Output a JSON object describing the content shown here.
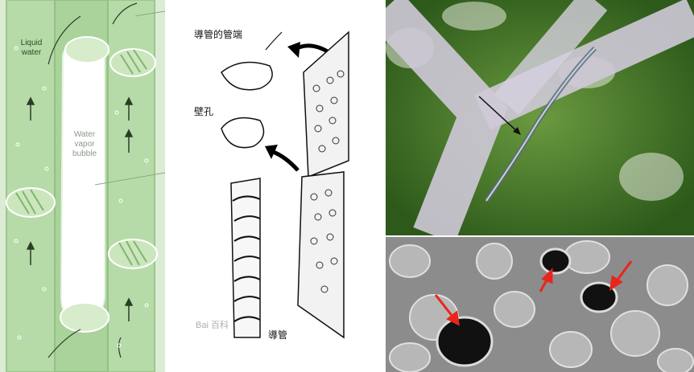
{
  "panels": {
    "xylem_diagram": {
      "liquid_label_line1": "Liquid",
      "liquid_label_line2": "water",
      "bubble_label_line1": "Water",
      "bubble_label_line2": "vapor",
      "bubble_label_line3": "bubble",
      "colors": {
        "background": "#d9ead2",
        "vessel": "#a9d39a",
        "bubble": "#ffffff",
        "pit": "#bfe0b0"
      }
    },
    "vessel_illustration": {
      "label_vessel_end": "導管的管端",
      "label_pit": "壁孔",
      "label_vessel": "導管",
      "watermark": "Bai 百科"
    },
    "micrograph_top": {
      "description_colors": {
        "leaf_green": "#3f7a2a",
        "vein": "#c9c4d2"
      }
    },
    "micrograph_bottom": {
      "description_colors": {
        "tissue": "#9a9a9a",
        "lumen": "#111111",
        "arrow": "#e8261c"
      }
    }
  }
}
